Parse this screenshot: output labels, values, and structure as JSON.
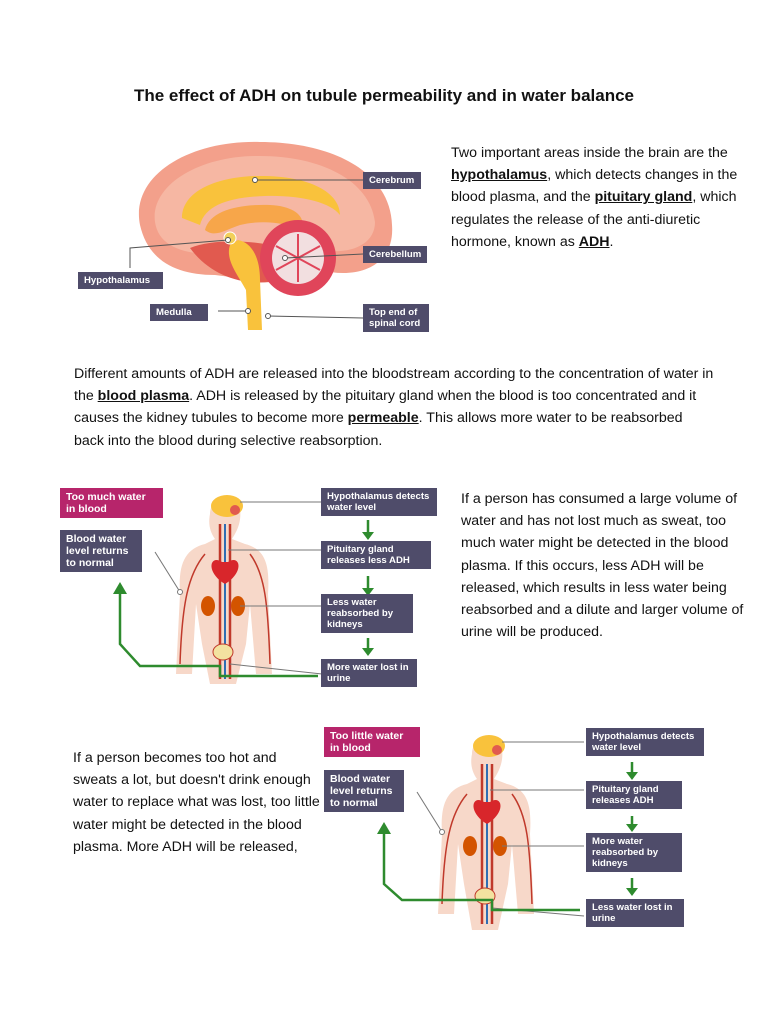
{
  "title": "The effect of ADH on tubule permeability and in water balance",
  "intro": {
    "t1": "Two important areas inside the brain are the ",
    "k1": "hypothalamus",
    "t2": ", which detects changes in the blood plasma, and the ",
    "k2": "pituitary gland",
    "t3": ", which regulates the release of the anti-diuretic hormone, known as ",
    "k3": "ADH",
    "t4": "."
  },
  "brain": {
    "cerebrum": "Cerebrum",
    "cerebellum": "Cerebellum",
    "hypothalamus": "Hypothalamus",
    "medulla": "Medulla",
    "spinal_cord": "Top end of spinal cord"
  },
  "body_para": {
    "t1": "Different amounts of ADH are released into the bloodstream according to the concentration of water in the ",
    "k1": "blood plasma",
    "t2": ". ADH is released by the pituitary gland when the blood is too concentrated and it causes the kidney tubules to become more ",
    "k2": "permeable",
    "t3": ". This allows more water to be reabsorbed back into the blood during selective reabsorption."
  },
  "too_much": {
    "header": "Too much water in blood",
    "returns": "Blood water level returns to normal",
    "steps": [
      "Hypothalamus detects water level",
      "Pituitary gland releases less ADH",
      "Less water reabsorbed by kidneys",
      "More water lost in urine"
    ],
    "text": "If a person has consumed a large volume of water and has not lost much as sweat, too much water might be detected in the blood plasma. If this occurs, less ADH will be released, which results in less water being reabsorbed and a dilute and larger volume of urine will be produced."
  },
  "too_little": {
    "header": "Too little water in blood",
    "returns": "Blood water level returns to normal",
    "steps": [
      "Hypothalamus detects water level",
      "Pituitary gland releases ADH",
      "More water reabsorbed by kidneys",
      "Less water lost in urine"
    ],
    "text": "If a person becomes too hot and sweats a lot, but doesn't drink enough water to replace what was lost, too little water might be detected in the blood plasma. More ADH will be released,"
  },
  "colors": {
    "label": "#4f4c6a",
    "header": "#b7256b",
    "arrow": "#2e8b2e"
  }
}
